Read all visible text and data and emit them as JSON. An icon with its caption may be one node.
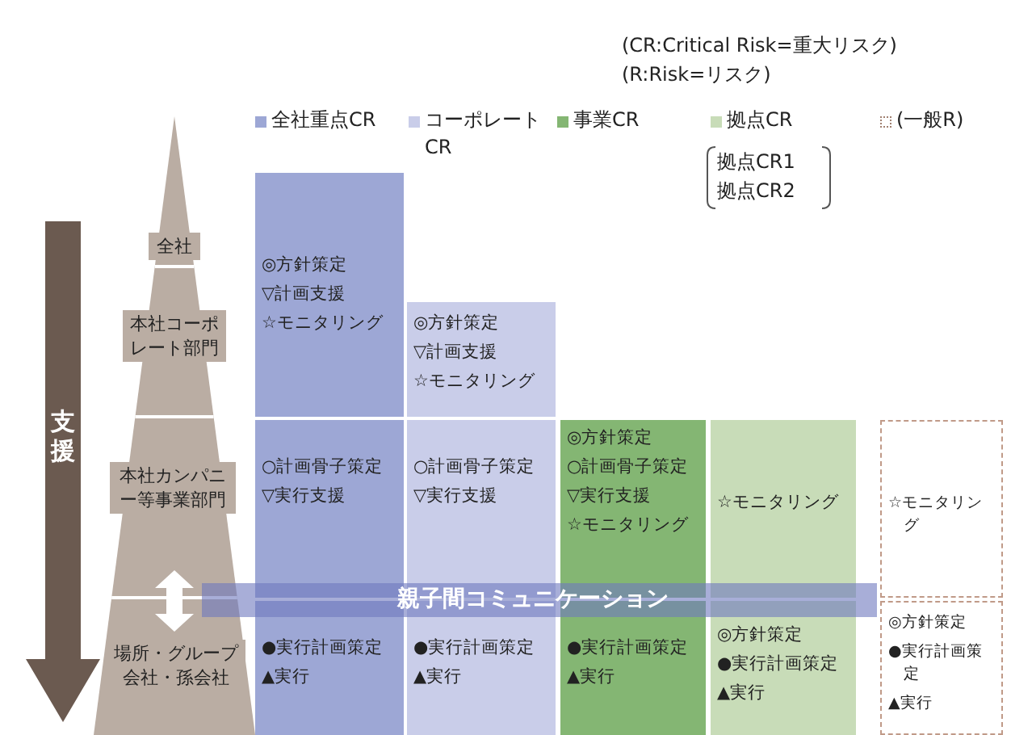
{
  "diagram": {
    "labels": [
      "(CR:Critical Risk=重大リスク)",
      "(R:Risk=リスク)",
      "拠点CR1",
      "拠点CR2",
      "全社",
      "本社コーポレート部門",
      "本社カンパニー等事業部門",
      "場所・グループ会社・孫会社",
      "支援",
      "◎方針策定",
      "▽計画支援",
      "☆モニタリング",
      "◎方針策定",
      "▽計画支援",
      "☆モニタリング",
      "○計画骨子策定",
      "▽実行支援",
      "○計画骨子策定",
      "▽実行支援",
      "◎方針策定",
      "○計画骨子策定",
      "▽実行支援",
      "☆モニタリング",
      "☆モニタリング",
      "☆モニタリング",
      "親子間コミュニケーション",
      "●実行計画策定",
      "▲実行",
      "●実行計画策定",
      "▲実行",
      "●実行計画策定",
      "▲実行",
      "◎方針策定",
      "●実行計画策定",
      "▲実行",
      "◎方針策定",
      "●実行計画策定",
      "▲実行"
    ],
    "legend": [
      {
        "text": "全社重点CR",
        "color": "#9da7d5"
      },
      {
        "text": "コーポレートCR",
        "color": "#c9cde9"
      },
      {
        "text": "事業CR",
        "color": "#84b673"
      },
      {
        "text": "拠点CR",
        "color": "#c8dcb8"
      },
      {
        "text": "(一般R)"
      }
    ]
  }
}
